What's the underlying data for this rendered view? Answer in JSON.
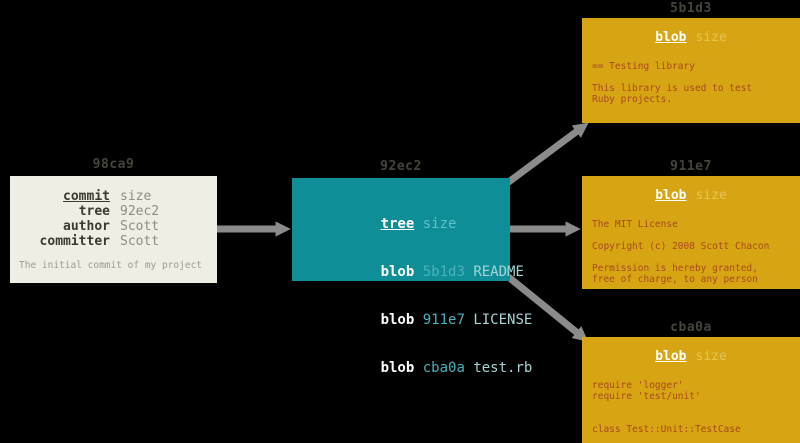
{
  "diagram": {
    "description": "git object graph: commit pointing to tree pointing to three blobs"
  },
  "colors": {
    "background": "#000000",
    "commit_box": "#efeee4",
    "tree_box": "#0f8e97",
    "blob_box": "#d7a513",
    "connector": "#8b8b8b",
    "hash_label_text": "#45443b",
    "commit_key_text": "#3b3a30",
    "commit_value_text": "#8e8d7f",
    "commit_message_text": "#9c9b8e",
    "tree_size_text": "#5fc2c9",
    "tree_hash_text": "#4ab2bb",
    "tree_name_text": "#a6d4d6",
    "blob_size_text": "#e5c455",
    "blob_content_text": "#a8491c"
  },
  "commit_object": {
    "hash_label": "98ca9",
    "fields": [
      {
        "key": "commit",
        "value": "size"
      },
      {
        "key": "tree",
        "value": "92ec2"
      },
      {
        "key": "author",
        "value": "Scott"
      },
      {
        "key": "committer",
        "value": "Scott"
      }
    ],
    "message": "The initial commit of my project"
  },
  "tree_object": {
    "hash_label": "92ec2",
    "type_label": "tree",
    "size_label": "size",
    "entries": [
      {
        "type": "blob",
        "hash": "5b1d3",
        "name": "README"
      },
      {
        "type": "blob",
        "hash": "911e7",
        "name": "LICENSE"
      },
      {
        "type": "blob",
        "hash": "cba0a",
        "name": "test.rb"
      }
    ]
  },
  "blob_objects": [
    {
      "hash_label": "5b1d3",
      "type_label": "blob",
      "size_label": "size",
      "lines": [
        "== Testing library",
        "",
        "This library is used to test",
        "Ruby projects."
      ]
    },
    {
      "hash_label": "911e7",
      "type_label": "blob",
      "size_label": "size",
      "lines": [
        "The MIT License",
        "",
        "Copyright (c) 2008 Scott Chacon",
        "",
        "Permission is hereby granted,",
        "free of charge, to any person"
      ]
    },
    {
      "hash_label": "cba0a",
      "type_label": "blob",
      "size_label": "size",
      "lines": [
        "require 'logger'",
        "require 'test/unit'",
        "",
        "",
        "class Test::Unit::TestCase"
      ]
    }
  ]
}
